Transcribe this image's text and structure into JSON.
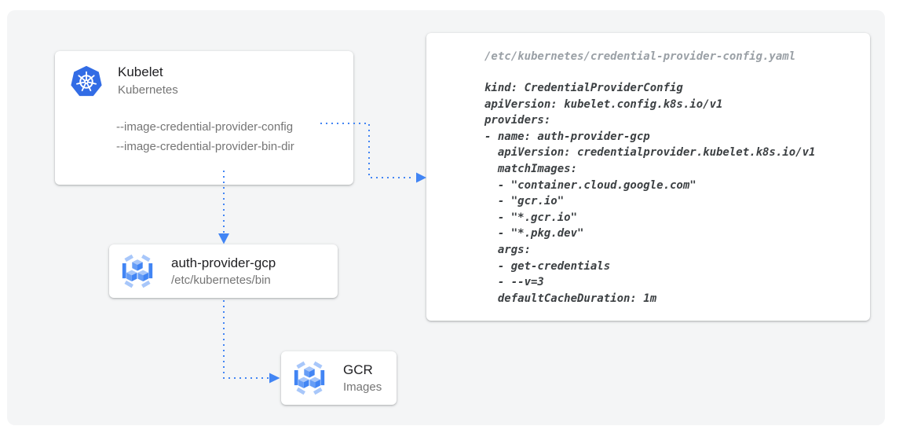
{
  "colors": {
    "canvas_bg": "#f4f5f6",
    "arrow_blue": "#4285F4",
    "kubernetes_blue": "#326CE5",
    "icon_blue_dark": "#4285F4",
    "icon_blue_mid": "#669DF6",
    "icon_blue_light": "#A8C7FA",
    "title_text": "#212124",
    "subtitle_text": "#757575",
    "yaml_text": "#3c4043",
    "yaml_path_text": "#9aa0a6"
  },
  "kubelet_card": {
    "title": "Kubelet",
    "subtitle": "Kubernetes",
    "flags": [
      "--image-credential-provider-config",
      "--image-credential-provider-bin-dir"
    ]
  },
  "config_card": {
    "file_path": "/etc/kubernetes/credential-provider-config.yaml",
    "yaml": "kind: CredentialProviderConfig\napiVersion: kubelet.config.k8s.io/v1\nproviders:\n- name: auth-provider-gcp\n  apiVersion: credentialprovider.kubelet.k8s.io/v1\n  matchImages:\n  - \"container.cloud.google.com\"\n  - \"gcr.io\"\n  - \"*.gcr.io\"\n  - \"*.pkg.dev\"\n  args:\n  - get-credentials\n  - --v=3\n  defaultCacheDuration: 1m"
  },
  "auth_provider_card": {
    "title": "auth-provider-gcp",
    "subtitle": "/etc/kubernetes/bin"
  },
  "gcr_card": {
    "title": "GCR",
    "subtitle": "Images"
  }
}
